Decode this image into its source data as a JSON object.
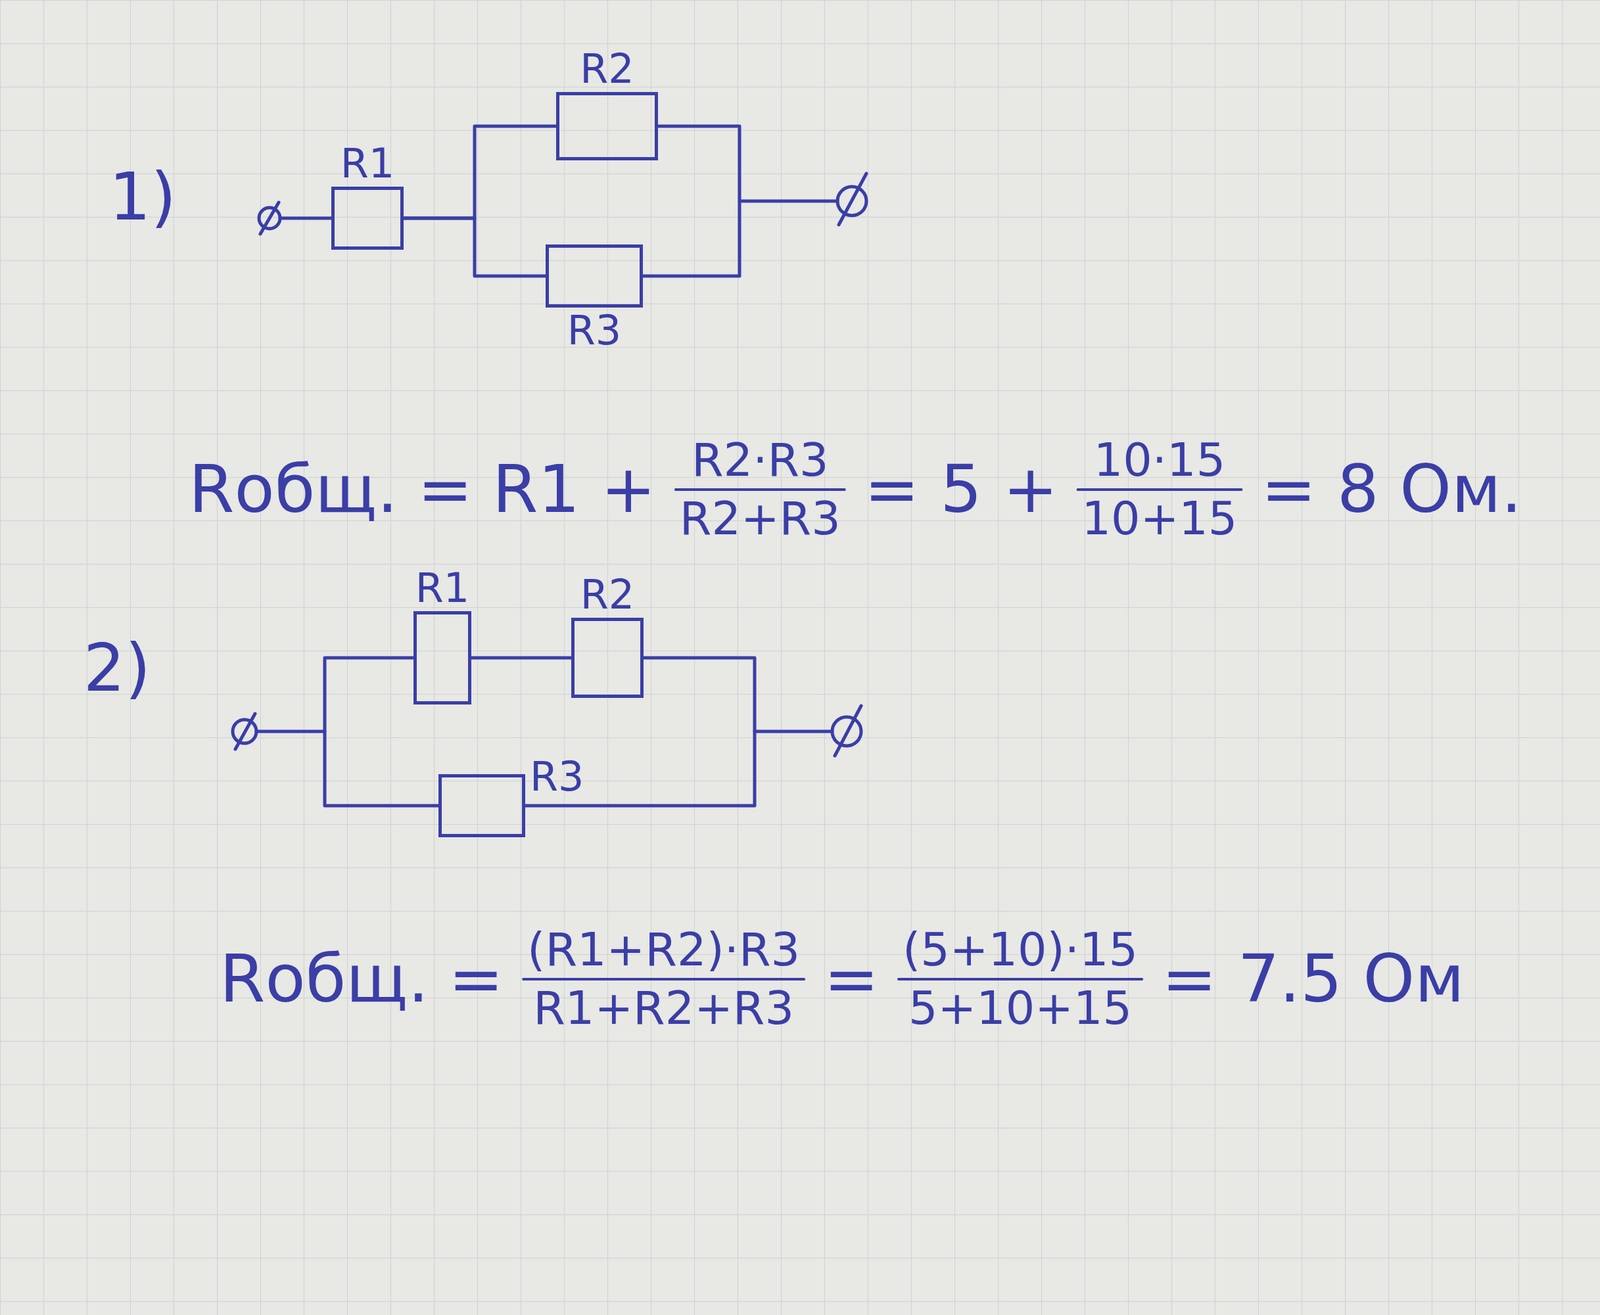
{
  "diagram": {
    "nodes": [
      {
        "text": [
          "R1"
        ]
      },
      {
        "text": [
          "R2"
        ]
      },
      {
        "text": [
          "R3"
        ]
      },
      {
        "text": [
          "R1"
        ]
      },
      {
        "text": [
          "R2"
        ]
      },
      {
        "text": [
          "R3"
        ]
      }
    ],
    "edges": [
      {
        "from": 0,
        "to": 1,
        "arrow": "none"
      },
      {
        "from": 0,
        "to": 2,
        "arrow": "none"
      },
      {
        "from": 1,
        "to": 2,
        "arrow": "none"
      },
      {
        "from": 3,
        "to": 4,
        "arrow": "none"
      },
      {
        "from": 3,
        "to": 5,
        "arrow": "none"
      },
      {
        "from": 4,
        "to": 5,
        "arrow": "none"
      }
    ],
    "labels": [
      "1)",
      "Rобщ.",
      "=",
      "R1 +",
      "R2·R3",
      "R2+R3",
      "= 5 +",
      "10·15",
      "10+15",
      "= 8 Ом.",
      "2)",
      "Rобщ.",
      "=",
      "(R1+R2)·R3",
      "R1+R2+R3",
      "=",
      "(5+10)·15",
      "5+10+15",
      "= 7.5 Ом"
    ]
  }
}
